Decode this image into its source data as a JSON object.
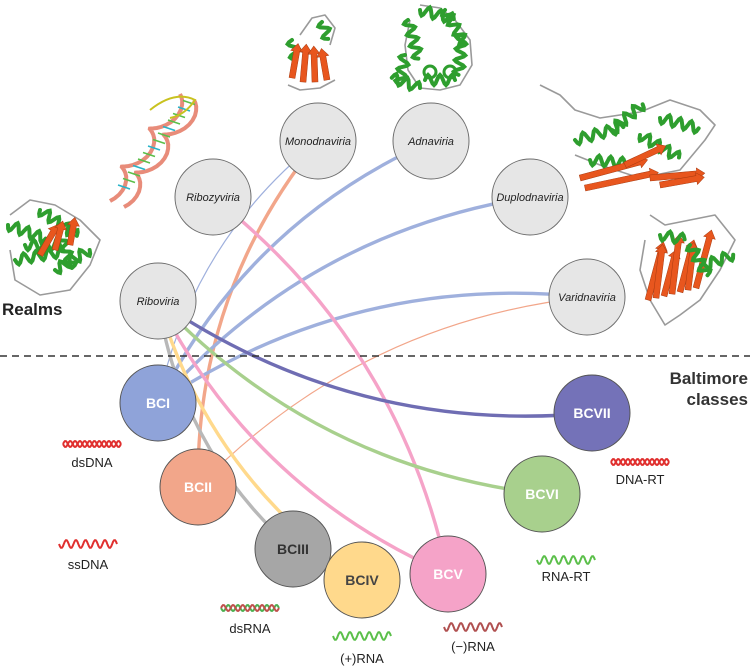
{
  "section_labels": {
    "realms": "Realms",
    "baltimore_line1": "Baltimore",
    "baltimore_line2": "classes"
  },
  "realms": [
    {
      "id": "riboviria",
      "label": "Riboviria"
    },
    {
      "id": "ribozyviria",
      "label": "Ribozyviria"
    },
    {
      "id": "monodnaviria",
      "label": "Monodnaviria"
    },
    {
      "id": "adnaviria",
      "label": "Adnaviria"
    },
    {
      "id": "duplodnaviria",
      "label": "Duplodnaviria"
    },
    {
      "id": "varidnaviria",
      "label": "Varidnaviria"
    }
  ],
  "classes": [
    {
      "id": "bci",
      "label": "BCI",
      "color": "#8fa3d9",
      "genome": "dsDNA",
      "wave": "double",
      "wave_colors": [
        "#e0302f",
        "#e0302f"
      ]
    },
    {
      "id": "bcii",
      "label": "BCII",
      "color": "#f2a68a",
      "genome": "ssDNA",
      "wave": "single",
      "wave_colors": [
        "#e0302f"
      ]
    },
    {
      "id": "bciii",
      "label": "BCIII",
      "color": "#a6a6a6",
      "genome": "dsRNA",
      "wave": "double",
      "wave_colors": [
        "#4caf50",
        "#c0504d"
      ]
    },
    {
      "id": "bciv",
      "label": "BCIV",
      "color": "#ffd98c",
      "genome": "(+)RNA",
      "wave": "single",
      "wave_colors": [
        "#5bbf4a"
      ]
    },
    {
      "id": "bcv",
      "label": "BCV",
      "color": "#f5a3c8",
      "genome": "(−)RNA",
      "wave": "single",
      "wave_colors": [
        "#b05050"
      ]
    },
    {
      "id": "bcvi",
      "label": "BCVI",
      "color": "#a8d08d",
      "genome": "RNA-RT",
      "wave": "single",
      "wave_colors": [
        "#5bbf4a"
      ]
    },
    {
      "id": "bcvii",
      "label": "BCVII",
      "color": "#7472b8",
      "genome": "DNA-RT",
      "wave": "double",
      "wave_colors": [
        "#e0302f",
        "#e0302f"
      ]
    }
  ],
  "links": [
    {
      "from": "monodnaviria",
      "to": "bci",
      "color": "#9fb0dd",
      "weight": "thin"
    },
    {
      "from": "monodnaviria",
      "to": "bcii",
      "color": "#f2a68a",
      "weight": "thick"
    },
    {
      "from": "adnaviria",
      "to": "bci",
      "color": "#9fb0dd",
      "weight": "thick"
    },
    {
      "from": "duplodnaviria",
      "to": "bci",
      "color": "#9fb0dd",
      "weight": "thick"
    },
    {
      "from": "varidnaviria",
      "to": "bci",
      "color": "#9fb0dd",
      "weight": "thick"
    },
    {
      "from": "varidnaviria",
      "to": "bcii",
      "color": "#f2a68a",
      "weight": "thin"
    },
    {
      "from": "ribozyviria",
      "to": "bcv",
      "color": "#f5a3c8",
      "weight": "thick"
    },
    {
      "from": "riboviria",
      "to": "bciii",
      "color": "#b8b8b8",
      "weight": "thick"
    },
    {
      "from": "riboviria",
      "to": "bciv",
      "color": "#ffd98c",
      "weight": "thick"
    },
    {
      "from": "riboviria",
      "to": "bcv",
      "color": "#f5a3c8",
      "weight": "thick"
    },
    {
      "from": "riboviria",
      "to": "bcvi",
      "color": "#a8d08d",
      "weight": "thick"
    },
    {
      "from": "riboviria",
      "to": "bcvii",
      "color": "#6f6db3",
      "weight": "thick"
    }
  ],
  "colors": {
    "realm_fill": "#e6e6e6",
    "realm_stroke": "#6e6e6e",
    "divider": "#333333",
    "text": "#222222",
    "helix_green": "#2e9e2e",
    "sheet_orange": "#e8561e",
    "rna_salmon": "#e88c7a"
  },
  "structure_icons": [
    "protein-structure-icon",
    "rna-structure-icon",
    "protein-structure-icon",
    "protein-structure-icon",
    "protein-structure-icon",
    "protein-structure-icon"
  ]
}
